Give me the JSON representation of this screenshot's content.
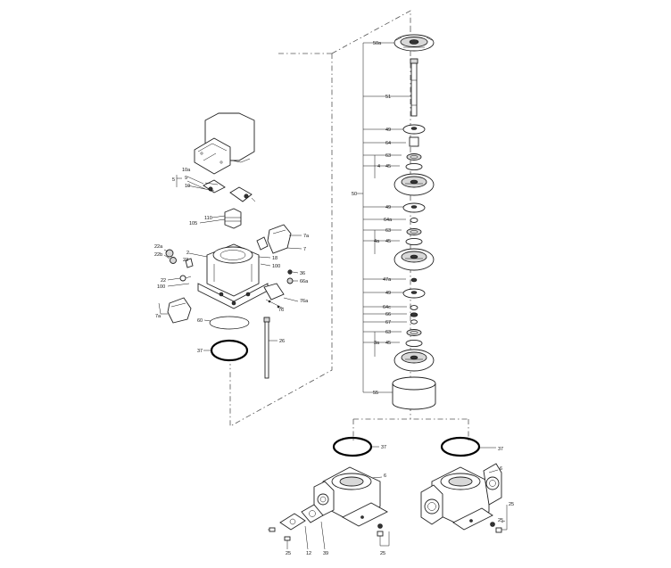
{
  "diagram": {
    "callouts": {
      "c_10a": "10a",
      "c_5": "5",
      "c_9": "9",
      "c_10": "10",
      "c_105": "105",
      "c_110": "110",
      "c_7a_top": "7a",
      "c_7": "7",
      "c_22a": "22a",
      "c_22b": "22b",
      "c_2": "2",
      "c_23": "23",
      "c_22": "22",
      "c_100_left": "100",
      "c_18": "18",
      "c_100_right": "100",
      "c_36": "36",
      "c_66a": "66a",
      "c_76a": "76a",
      "c_76": "76",
      "c_7a_bottom": "7a",
      "c_60": "60",
      "c_26": "26",
      "c_37_left": "37",
      "c_50a": "50a",
      "c_51": "51",
      "c_49_1": "49",
      "c_64": "64",
      "c_63_1": "63",
      "c_4": "4",
      "c_45_1": "45",
      "c_50": "50",
      "c_49_2": "49",
      "c_64a": "64a",
      "c_63_2": "63",
      "c_4a": "4a",
      "c_45_2": "45",
      "c_47a": "47a",
      "c_49_3": "49",
      "c_64c": "64c",
      "c_66": "66",
      "c_67": "67",
      "c_63_3": "63",
      "c_3a": "3a",
      "c_45_3": "45",
      "c_55": "55",
      "c_37_mid": "37",
      "c_37_right": "37",
      "c_6_mid": "6",
      "c_6_right": "6",
      "c_25_a": "25",
      "c_12": "12",
      "c_39": "39",
      "c_25_b": "25",
      "c_25_c": "25",
      "c_25_d": "25"
    }
  }
}
